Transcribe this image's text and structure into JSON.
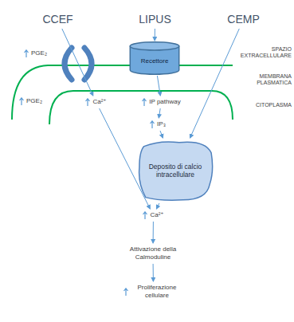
{
  "diagram": {
    "nodes": [
      {
        "text": [
          "CCEF"
        ]
      },
      {
        "text": [
          "LIPUS"
        ]
      },
      {
        "text": [
          "CEMP"
        ]
      },
      {
        "text": [
          "Recettore"
        ]
      },
      {
        "text": [
          "Ca²⁺"
        ]
      },
      {
        "text": [
          "IP pathway"
        ]
      },
      {
        "text": [
          "IP₃"
        ]
      },
      {
        "text": [
          "Deposito di calcio intracellulare"
        ]
      },
      {
        "text": [
          "Ca²⁺"
        ]
      },
      {
        "text": [
          "Attivazione della Calmoduline"
        ]
      },
      {
        "text": [
          "Proliferazione cellulare"
        ]
      }
    ],
    "edges": [
      {
        "from": 0,
        "to": 4,
        "arrow": "to"
      },
      {
        "from": 1,
        "to": 3,
        "arrow": "to"
      },
      {
        "from": 2,
        "to": 7,
        "arrow": "to"
      },
      {
        "from": 3,
        "to": 5,
        "arrow": "to"
      },
      {
        "from": 5,
        "to": 6,
        "arrow": "to"
      },
      {
        "from": 6,
        "to": 7,
        "arrow": "to"
      },
      {
        "from": 4,
        "to": 8,
        "arrow": "to"
      },
      {
        "from": 7,
        "to": 8,
        "arrow": "to"
      },
      {
        "from": 8,
        "to": 9,
        "arrow": "to"
      },
      {
        "from": 9,
        "to": 10,
        "arrow": "to"
      }
    ],
    "labels": [
      "PGE₂",
      "PGE₂",
      "SPAZIO EXTRACELLULARE",
      "MEMBRANA PLASMATICA",
      "CITOPLASMA"
    ]
  }
}
